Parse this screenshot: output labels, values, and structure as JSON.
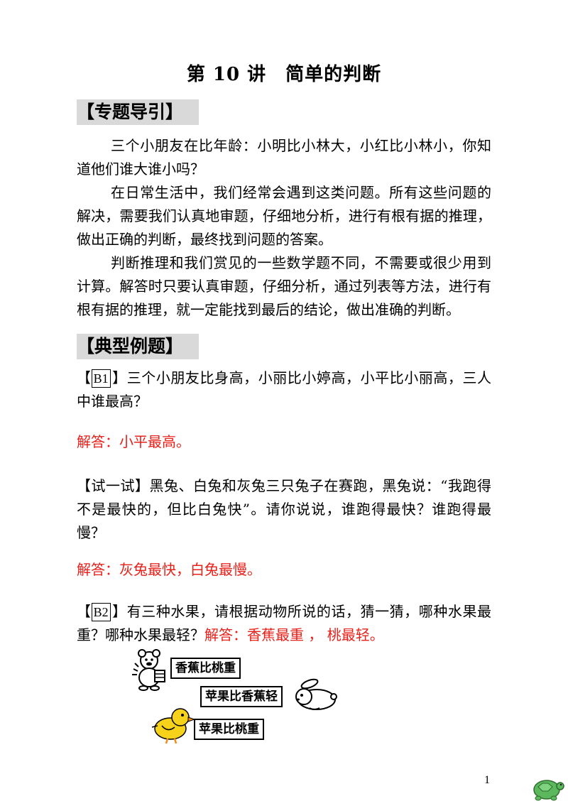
{
  "title": "第 10 讲　简单的判断",
  "sections": {
    "intro_head": "【专题导引】",
    "examples_head": "【典型例题】"
  },
  "intro": {
    "p1": "三个小朋友在比年龄：小明比小林大，小红比小林小，你知道他们谁大谁小吗？",
    "p2": "在日常生活中，我们经常会遇到这类问题。所有这些问题的解决，需要我们认真地审题，仔细地分析，进行有根有据的推理，做出正确的判断，最终找到问题的答案。",
    "p3": "判断推理和我们赏见的一些数学题不同，不需要或很少用到计算。解答时只要认真审题，仔细分析，通过列表等方法，进行有根有据的推理，就一定能找到最后的结论，做出准确的判断。"
  },
  "b1": {
    "tag": "B1",
    "open": "【",
    "close": "】",
    "question": "三个小朋友比身高，小丽比小婷高，小平比小丽高，三人中谁最高？",
    "answer": "解答：小平最高。"
  },
  "try": {
    "label": "【试一试】",
    "question": "黑兔、白兔和灰兔三只兔子在赛跑，黑兔说：“我跑得不是最快的，但比白兔快”。请你说说，谁跑得最快？谁跑得最慢？",
    "answer": "解答：灰兔最快，白兔最慢。"
  },
  "b2": {
    "tag": "B2",
    "open": "【",
    "close": "】",
    "question": "有三种水果，请根据动物所说的话，猜一猜，哪种水果最重？哪种水果最轻？",
    "answer": "解答：香蕉最重 ， 桃最轻。"
  },
  "speech": {
    "bear": "香蕉比桃重",
    "rabbit": "苹果比香蕉轻",
    "chick": "苹果比桃重"
  },
  "colors": {
    "answer": "#e8201a",
    "chick": "#f7d21b",
    "turtle": "#5cb85c"
  },
  "page_number": "1"
}
